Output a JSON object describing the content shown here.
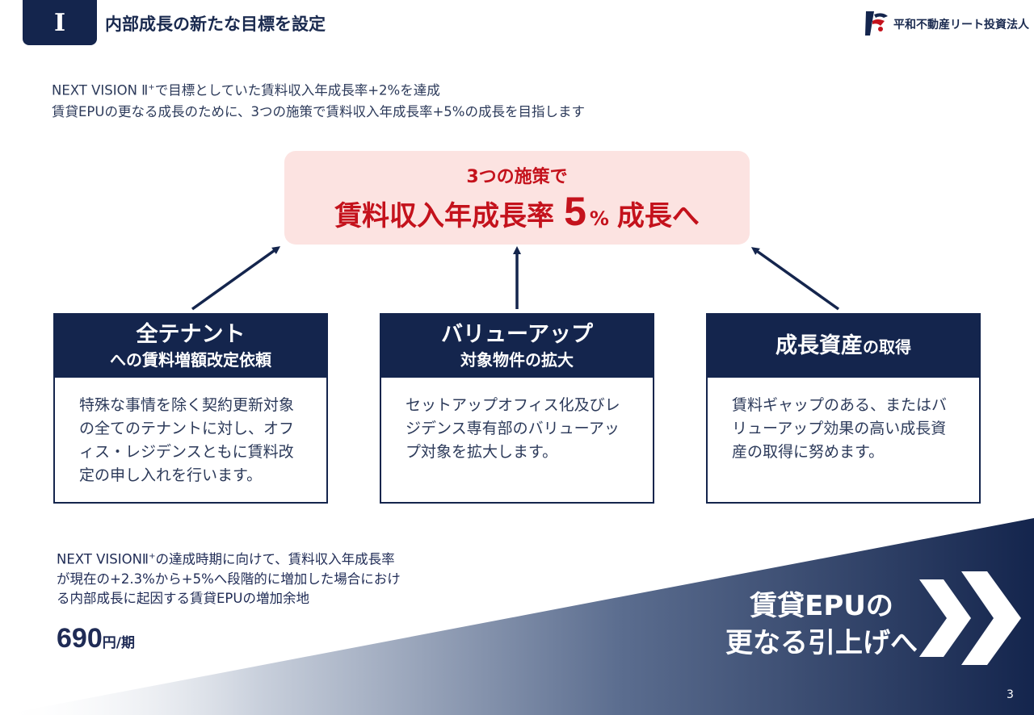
{
  "header": {
    "section": "I",
    "title": "内部成長の新たな目標を設定",
    "company": "平和不動産リート投資法人"
  },
  "intro": {
    "line1_pre": "NEXT VISION Ⅱ",
    "line1_sup": "+",
    "line1_post": "で目標としていた賃料収入年成長率+2%を達成",
    "line2": "賃貸EPUの更なる成長のために、3つの施策で賃料収入年成長率+5%の成長を目指します"
  },
  "goal": {
    "line1": "3つの施策で",
    "line2_pre": "賃料収入年成長率",
    "big_number": "5",
    "percent": "%",
    "line2_post": "成長へ"
  },
  "cards": [
    {
      "title": "全テナント",
      "subtitle": "への賃料増額改定依頼",
      "body": "特殊な事情を除く契約更新対象の全てのテナントに対し、オフィス・レジデンスともに賃料改定の申し入れを行います。"
    },
    {
      "title": "バリューアップ",
      "subtitle": "対象物件の拡大",
      "body": "セットアップオフィス化及びレジデンス専有部のバリューアップ対象を拡大します。"
    },
    {
      "title": "成長資産",
      "title_suffix": "の取得",
      "body": "賃料ギャップのある、またはバリューアップ効果の高い成長資産の取得に努めます。"
    }
  ],
  "note": {
    "pre": "NEXT VISIONⅡ",
    "sup": "+",
    "post": "の達成時期に向けて、賃料収入年成長率が現在の+2.3%から+5%へ段階的に増加した場合における内部成長に起因する賃貸EPUの増加余地",
    "value": "690",
    "unit": "円/期"
  },
  "callout": {
    "line1": "賃貸EPUの",
    "line2": "更なる引上げへ"
  },
  "page_number": "3",
  "colors": {
    "navy": "#14254d",
    "accent_red": "#c4121c",
    "goal_bg": "#fce3e1"
  }
}
